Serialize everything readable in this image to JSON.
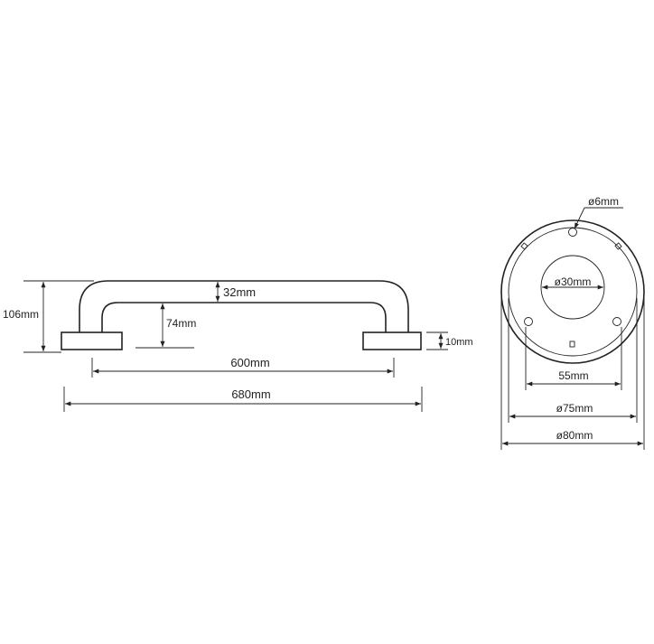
{
  "side_view": {
    "dims": {
      "overall_height": "106mm",
      "tube_diameter": "32mm",
      "inner_height": "74mm",
      "flange_thickness": "10mm",
      "center_distance": "600mm",
      "overall_length": "680mm"
    }
  },
  "flange_view": {
    "dims": {
      "hole_diameter": "ø6mm",
      "center_bore": "ø30mm",
      "hole_spacing": "55mm",
      "inner_diameter": "ø75mm",
      "outer_diameter": "ø80mm"
    }
  },
  "colors": {
    "line": "#222222",
    "background": "#ffffff"
  }
}
